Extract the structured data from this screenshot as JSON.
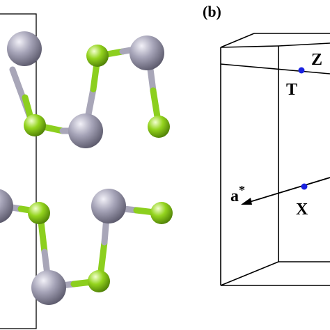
{
  "panel_b": {
    "label": "(b)",
    "kpoints": [
      {
        "name": "T"
      },
      {
        "name": "Z"
      },
      {
        "name": "X"
      }
    ],
    "reciprocal_axis": {
      "base": "a",
      "superscript": "*"
    }
  },
  "colors": {
    "large_atom": "#9a98ad",
    "small_atom": "#8fd21a",
    "kpoint": "#1a22e0",
    "lines": "#000000"
  }
}
